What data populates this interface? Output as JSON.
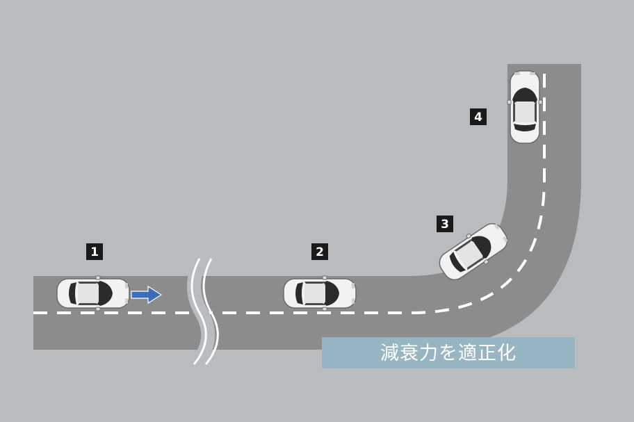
{
  "steps": [
    {
      "label": "1"
    },
    {
      "label": "2"
    },
    {
      "label": "3"
    },
    {
      "label": "4"
    }
  ],
  "caption": "減衰力を適正化",
  "icons": {
    "car": "sedan-top-view-icon",
    "direction": "arrow-right-icon",
    "break": "road-break-icon"
  },
  "colors": {
    "background": "#b9bcbf",
    "road": "#8c8c8c",
    "lane_marking": "#ffffff",
    "arrow": "#3a6db5",
    "badge": "#1a1a1a",
    "caption_bg": "#98b5c4"
  }
}
